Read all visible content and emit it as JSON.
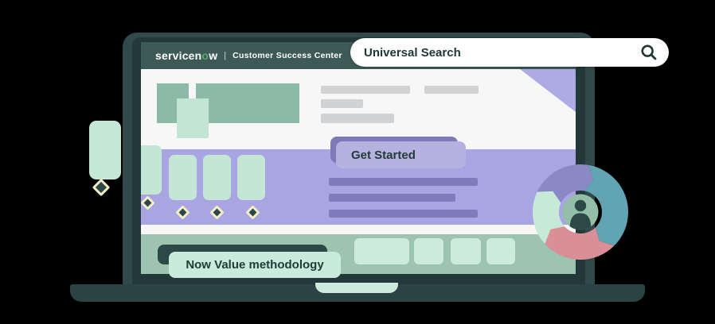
{
  "site_header": {
    "brand_prefix": "servicen",
    "brand_o": "o",
    "brand_suffix": "w",
    "divider": "|",
    "product_name": "Customer Success Center"
  },
  "search": {
    "label": "Universal Search",
    "icon": "search-icon"
  },
  "callouts": {
    "get_started": "Get Started",
    "now_value": "Now Value methodology"
  },
  "methodology_wheel": {
    "center_icon": "person-icon",
    "segments": [
      {
        "name": "purple",
        "color": "#8b88c6"
      },
      {
        "name": "teal",
        "color": "#61a5b5"
      },
      {
        "name": "pink",
        "color": "#da8e98"
      },
      {
        "name": "mint",
        "color": "#c6e9d8"
      }
    ],
    "center_color": "#93bfa8"
  },
  "icons": {
    "search": "search-icon",
    "person": "person-icon",
    "milestone": "diamond-icon"
  },
  "colors": {
    "background": "#000000",
    "laptop_frame": "#32494b",
    "laptop_frame_dark": "#223839",
    "laptop_base": "#2b4344",
    "header_bar": "#3e5a57",
    "brand_green": "#4fae63",
    "screen_white": "#f6f7f6",
    "sage_block": "#8dbaa8",
    "mint": "#c3e7d4",
    "purple_band": "#a8a5e2",
    "purple_bar": "#807cbb",
    "pill_purple": "#b7b1e0",
    "pill_purple_shadow": "#7e79b8",
    "sage_band": "#9dc3b1",
    "pill_mint": "#c9ebdb",
    "pill_dark_shadow": "#2c4847",
    "diamond_cream": "#f4edc8",
    "gray_bar": "#d1d2d3",
    "ink": "#203b3a"
  }
}
